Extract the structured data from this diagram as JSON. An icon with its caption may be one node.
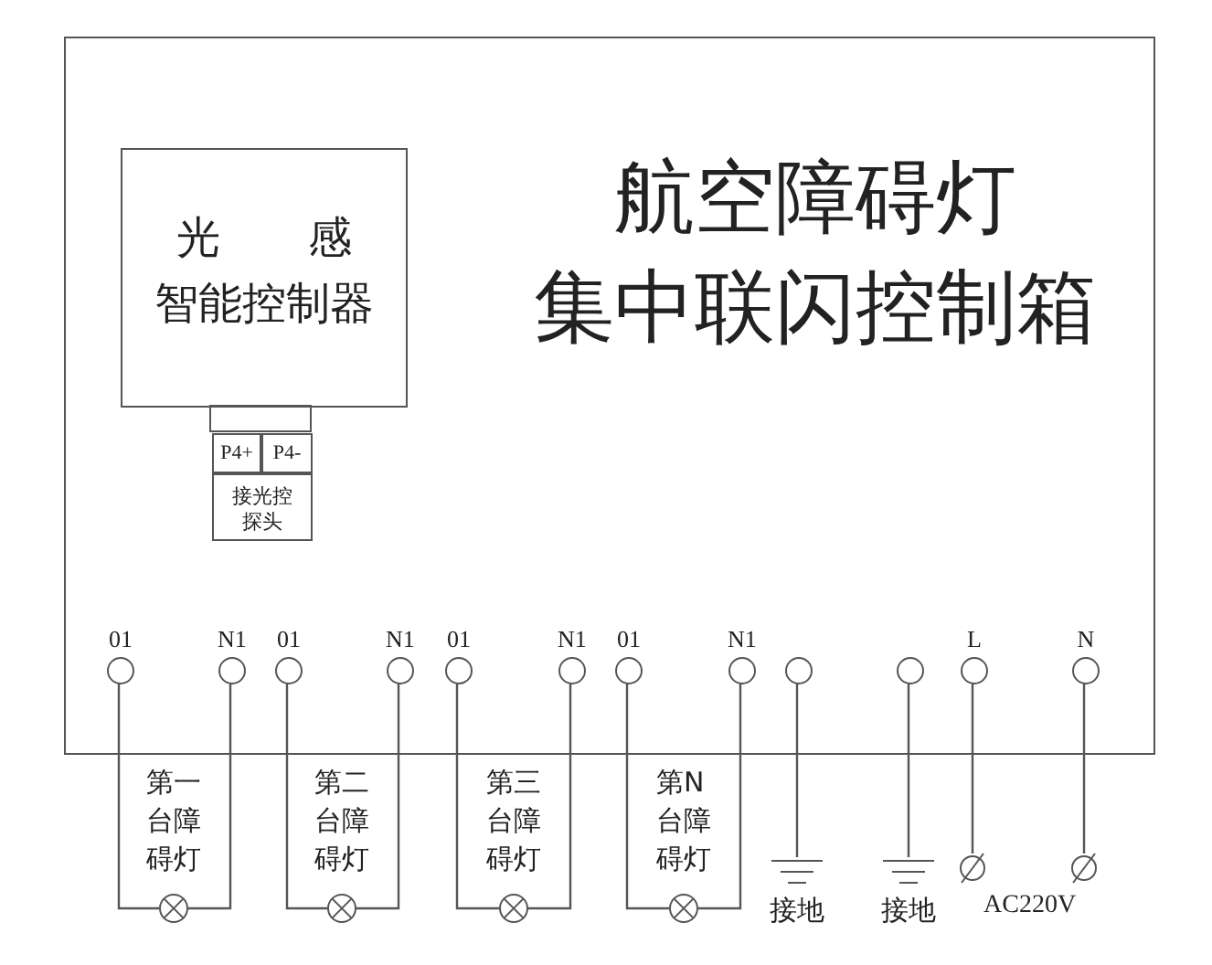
{
  "diagram": {
    "nodes": [
      {
        "text": [
          "航空障碍灯",
          "集中联闪控制箱"
        ]
      },
      {
        "text": [
          "光 感",
          "智能控制器"
        ],
        "in": 0
      },
      {
        "text": [
          "P4+"
        ],
        "in": 0
      },
      {
        "text": [
          "P4-"
        ],
        "in": 0
      },
      {
        "text": [
          "接光控探头"
        ],
        "in": 0
      },
      {
        "text": [
          "01"
        ],
        "in": 0
      },
      {
        "text": [
          "N1"
        ],
        "in": 0
      },
      {
        "text": [
          "01"
        ],
        "in": 0
      },
      {
        "text": [
          "N1"
        ],
        "in": 0
      },
      {
        "text": [
          "01"
        ],
        "in": 0
      },
      {
        "text": [
          "N1"
        ],
        "in": 0
      },
      {
        "text": [
          "01"
        ],
        "in": 0
      },
      {
        "text": [
          "N1"
        ],
        "in": 0
      },
      {
        "text": [],
        "shape": "circle",
        "in": 0
      },
      {
        "text": [],
        "shape": "circle",
        "in": 0
      },
      {
        "text": [
          "L"
        ],
        "in": 0
      },
      {
        "text": [
          "N"
        ],
        "in": 0
      },
      {
        "text": [],
        "shape": "lamp",
        "beside": [
          "第一台障碍灯"
        ]
      },
      {
        "text": [],
        "shape": "lamp",
        "beside": [
          "第二台障碍灯"
        ]
      },
      {
        "text": [],
        "shape": "lamp",
        "beside": [
          "第三台障碍灯"
        ]
      },
      {
        "text": [],
        "shape": "lamp",
        "beside": [
          "第N台障碍灯"
        ]
      },
      {
        "text": [],
        "shape": "ground",
        "beside": [
          "接地"
        ]
      },
      {
        "text": [],
        "shape": "ground",
        "beside": [
          "接地"
        ]
      },
      {
        "text": [],
        "shape": "terminal"
      },
      {
        "text": [],
        "shape": "terminal"
      }
    ],
    "edges": [
      {
        "from": 5,
        "to": 17,
        "arrow": "none"
      },
      {
        "from": 17,
        "to": 6,
        "arrow": "none"
      },
      {
        "from": 7,
        "to": 18,
        "arrow": "none"
      },
      {
        "from": 18,
        "to": 8,
        "arrow": "none"
      },
      {
        "from": 9,
        "to": 19,
        "arrow": "none"
      },
      {
        "from": 19,
        "to": 10,
        "arrow": "none"
      },
      {
        "from": 11,
        "to": 20,
        "arrow": "none"
      },
      {
        "from": 20,
        "to": 12,
        "arrow": "none"
      },
      {
        "from": 13,
        "to": 21,
        "arrow": "none"
      },
      {
        "from": 14,
        "to": 22,
        "arrow": "none"
      },
      {
        "from": 15,
        "to": 23,
        "arrow": "none"
      },
      {
        "from": 16,
        "to": 24,
        "arrow": "none"
      }
    ],
    "labels": [
      "AC220V"
    ]
  }
}
